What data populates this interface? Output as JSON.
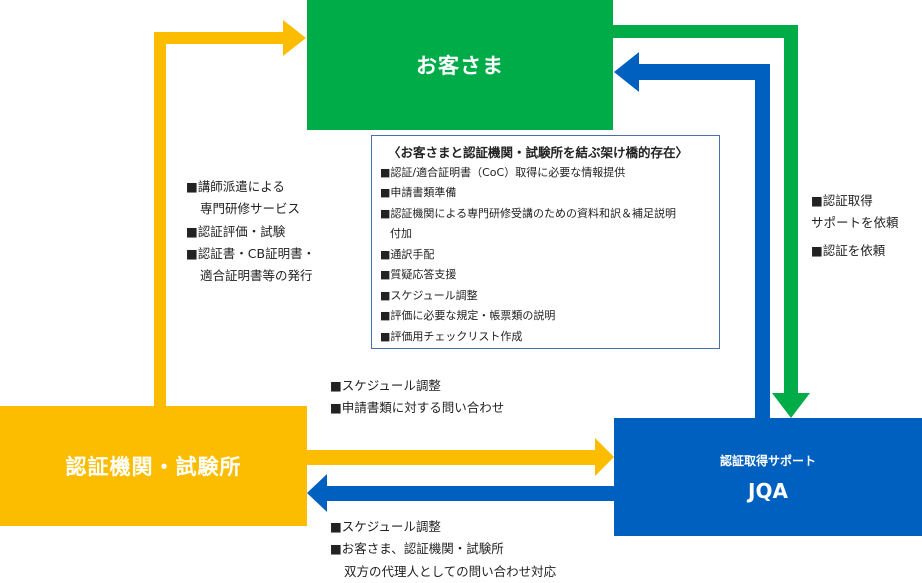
{
  "colors": {
    "green": "#00ac48",
    "yellow": "#fcbd00",
    "blue": "#0060c0",
    "frame": "#4a6cb3"
  },
  "nodes": {
    "customer": "お客さま",
    "cert_body": "認証機関・試験所",
    "jqa_sub": "認証取得サポート",
    "jqa": "JQA"
  },
  "cert_to_customer": [
    "■講師派遣による",
    "専門研修サービス",
    "■認証評価・試験",
    "■認証書・CB証明書・",
    "適合証明書等の発行"
  ],
  "customer_to_jqa": [
    "■認証取得",
    "サポートを依頼",
    "■認証を依頼"
  ],
  "center": {
    "title": "〈お客さまと認証機関・試験所を結ぶ架け橋的存在〉",
    "items": [
      "■認証/適合証明書（CoC）取得に必要な情報提供",
      "■申請書類準備",
      "■認証機関による専門研修受講のための資料和訳＆補足説明",
      "付加",
      "■通訳手配",
      "■質疑応答支援",
      "■スケジュール調整",
      "■評価に必要な規定・帳票類の説明",
      "■評価用チェックリスト作成"
    ]
  },
  "cert_to_jqa": [
    "■スケジュール調整",
    "■申請書類に対する問い合わせ"
  ],
  "jqa_to_cert": [
    "■スケジュール調整",
    "■お客さま、認証機関・試験所",
    "双方の代理人としての問い合わせ対応"
  ]
}
